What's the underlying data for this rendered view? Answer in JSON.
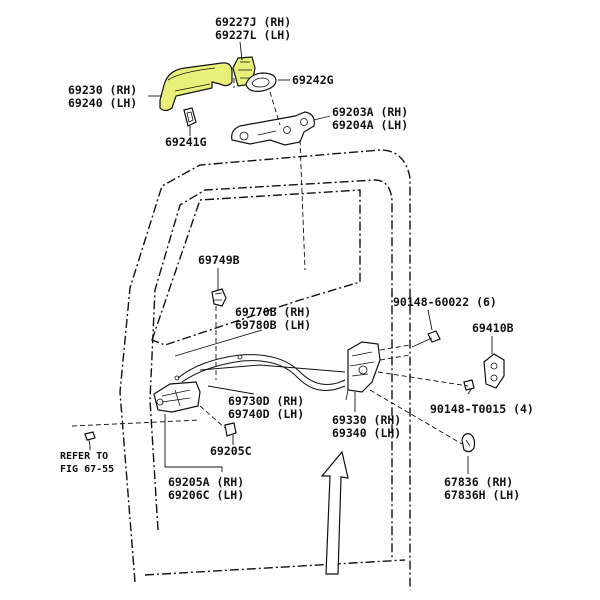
{
  "colors": {
    "highlight": "#e9f07a",
    "line": "#111111",
    "background": "#ffffff"
  },
  "icons": {
    "outside_handle": "door-outside-handle",
    "handle_cover": "handle-cover",
    "gasket": "handle-gasket",
    "handle_frame": "handle-frame",
    "bolt": "bolt",
    "lock_striker": "lock-striker",
    "door_lock": "door-lock-assembly",
    "inside_handle": "inside-handle",
    "cable": "control-cable",
    "clip": "clip",
    "cover": "lock-cover",
    "direction_arrow": "arrow-up"
  },
  "labels": {
    "p69227": [
      "69227J (RH)",
      "69227L (LH)"
    ],
    "p69230": [
      "69230 (RH)",
      "69240 (LH)"
    ],
    "p69242": [
      "69242G"
    ],
    "p69241": [
      "69241G"
    ],
    "p69203": [
      "69203A (RH)",
      "69204A (LH)"
    ],
    "p69749": [
      "69749B"
    ],
    "p69770": [
      "69770B (RH)",
      "69780B (LH)"
    ],
    "p90148a": [
      "90148-60022 (6)"
    ],
    "p69410": [
      "69410B"
    ],
    "p69730": [
      "69730D (RH)",
      "69740D (LH)"
    ],
    "p69330": [
      "69330 (RH)",
      "69340 (LH)"
    ],
    "p90148b": [
      "90148-T0015 (4)"
    ],
    "refer": [
      "REFER TO",
      "FIG 67-55"
    ],
    "p69205c": [
      "69205C"
    ],
    "p69205a": [
      "69205A (RH)",
      "69206C (LH)"
    ],
    "p67836": [
      "67836 (RH)",
      "67836H (LH)"
    ]
  }
}
